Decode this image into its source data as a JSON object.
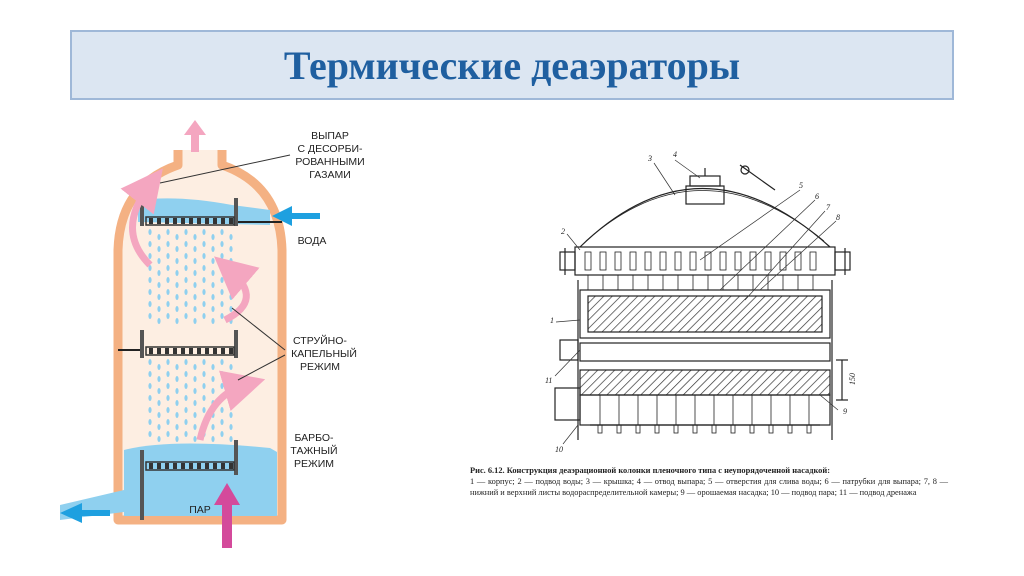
{
  "title": "Термические деаэраторы",
  "left_diagram": {
    "labels": {
      "vapor": [
        "ВЫПАР",
        "С ДЕСОРБИ-",
        "РОВАННЫМИ",
        "ГАЗАМИ"
      ],
      "water": "ВОДА",
      "jet": [
        "СТРУЙНО-",
        "КАПЕЛЬНЫЙ",
        "РЕЖИМ"
      ],
      "bubble": [
        "БАРБО-",
        "ТАЖНЫЙ",
        "РЕЖИМ"
      ],
      "steam": "ПАР"
    },
    "colors": {
      "shell": "#f4b183",
      "shell_fill": "#fdeee2",
      "water": "#8fd0ef",
      "arrow_pink": "#f4a6c0",
      "arrow_steam": "#d44a9b",
      "arrow_water": "#1ea0e0"
    }
  },
  "right_diagram": {
    "numbers": [
      "1",
      "2",
      "3",
      "4",
      "5",
      "6",
      "7",
      "8",
      "9",
      "10",
      "11"
    ],
    "dimension": "150",
    "caption_heading": "Рис. 6.12. Конструкция деаэрационной колонки пленочного типа с неупорядоченной насадкой:",
    "caption_body": "1 — корпус; 2 — подвод воды; 3 — крышка; 4 — отвод выпара; 5 — отверстия для слива воды; 6 — патрубки для выпара; 7, 8 — нижний и верхний листы водораспределительной камеры; 9 — орошаемая насадка; 10 — подвод пара; 11 — подвод дренажа"
  }
}
